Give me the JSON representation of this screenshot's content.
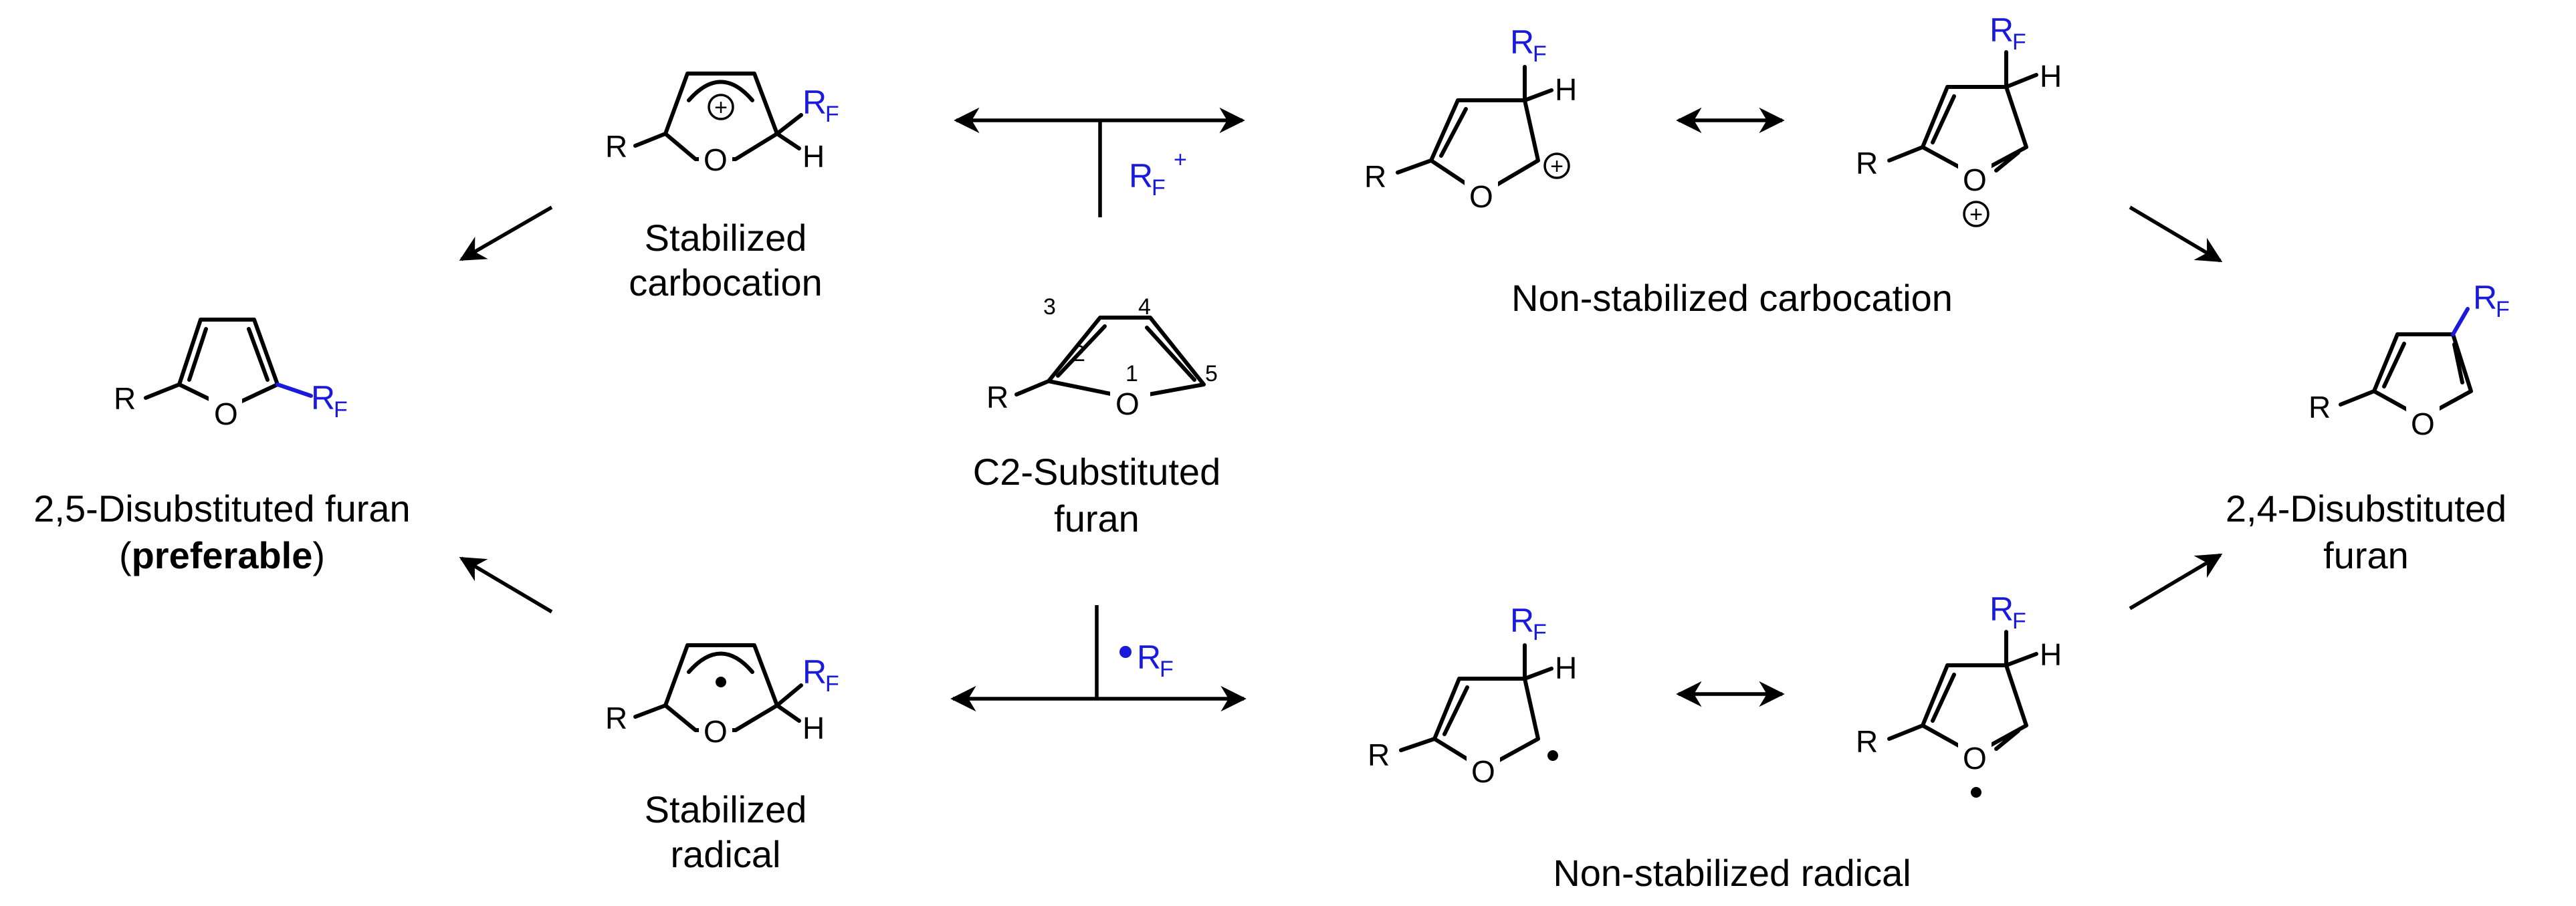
{
  "atoms": {
    "R": "R",
    "O": "O",
    "H": "H",
    "RF_main": "R",
    "RF_sub": "F",
    "plus": "+"
  },
  "ring_numbers": [
    "1",
    "2",
    "3",
    "4",
    "5"
  ],
  "reagents": {
    "cation_main": "R",
    "cation_sub": "F",
    "cation_sup": "+",
    "radical_main": "R",
    "radical_sub": "F"
  },
  "labels": {
    "stabilized_carbocation_1": "Stabilized",
    "stabilized_carbocation_2": "carbocation",
    "stabilized_radical_1": "Stabilized",
    "stabilized_radical_2": "radical",
    "start_1": "C2-Substituted",
    "start_2": "furan",
    "left_product_1": "2,5-Disubstituted furan",
    "left_product_paren_open": "(",
    "left_product_bold": "preferable",
    "left_product_paren_close": ")",
    "right_product_1": "2,4-Disubstituted",
    "right_product_2": "furan",
    "nonstab_cation": "Non-stabilized carbocation",
    "nonstab_radical": "Non-stabilized radical"
  },
  "colors": {
    "rf_blue": "#1a1adc",
    "ink": "#000000"
  }
}
